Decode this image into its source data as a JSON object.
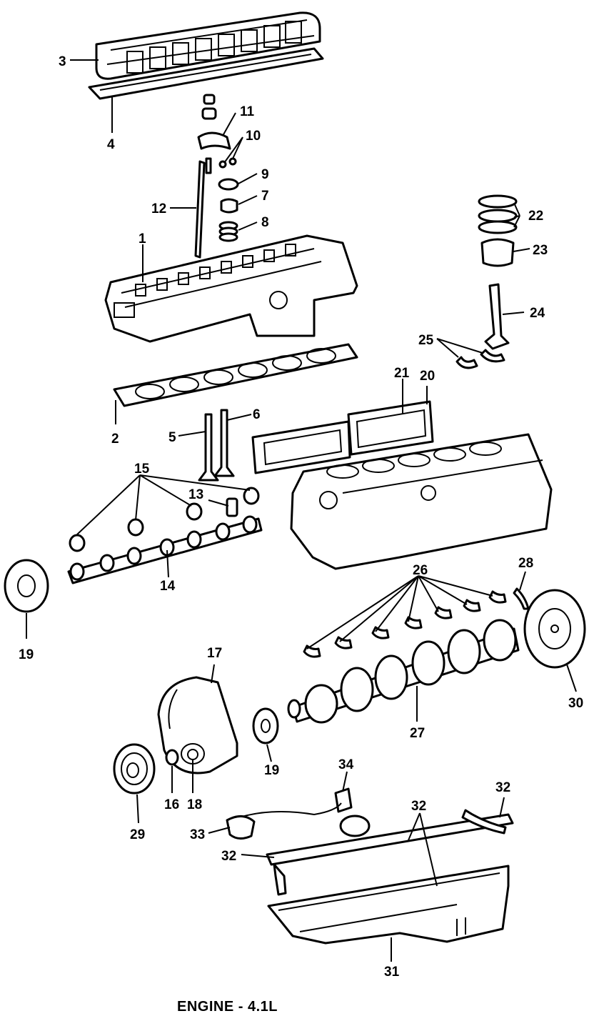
{
  "caption": "ENGINE - 4.1L",
  "callouts": {
    "c1": "1",
    "c2": "2",
    "c3": "3",
    "c4": "4",
    "c5": "5",
    "c6": "6",
    "c7": "7",
    "c8": "8",
    "c9": "9",
    "c10": "10",
    "c11": "11",
    "c12": "12",
    "c13": "13",
    "c14": "14",
    "c15": "15",
    "c16": "16",
    "c17": "17",
    "c18": "18",
    "c19a": "19",
    "c19b": "19",
    "c20": "20",
    "c21": "21",
    "c22": "22",
    "c23": "23",
    "c24": "24",
    "c25": "25",
    "c26": "26",
    "c27": "27",
    "c28": "28",
    "c29": "29",
    "c30": "30",
    "c31": "31",
    "c32a": "32",
    "c32b": "32",
    "c32c": "32",
    "c33": "33",
    "c34": "34"
  }
}
